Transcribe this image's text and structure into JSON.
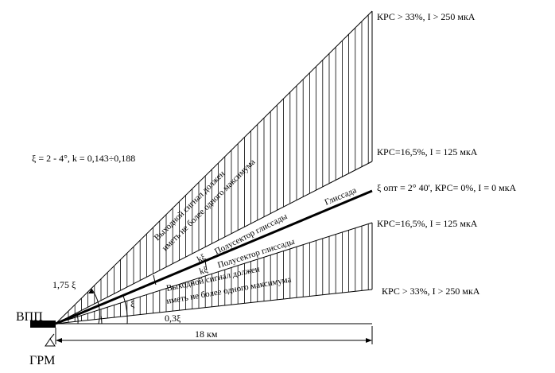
{
  "formula": {
    "xi_part": "ξ = 2 - 4°",
    "k_part": ", k = 0,143÷0,188"
  },
  "right_labels": {
    "top_outer": "КРС > 33%, I > 250 мкА",
    "top_inner": "КРС=16,5%, I = 125 мкА",
    "glide_optimal": "ξ опт = 2° 40', КРС= 0%, I = 0 мкА",
    "bottom_inner": "КРС=16,5%, I = 125 мкА",
    "bottom_outer": "КРС > 33%, I > 250 мкА"
  },
  "sector_labels": {
    "upper_note_line1": "Выходной сигнал должен",
    "upper_note_line2": "иметь не более одного максимума",
    "upper_subsector_k": "kξ",
    "upper_subsector": "Полусектор глиссады",
    "glide_path": "Глиссада",
    "lower_subsector_k": "kξ",
    "lower_subsector": "Полусектор глиссады",
    "lower_note_line1": "Выходной сигнал должен",
    "lower_note_line2": "иметь не более одного максимума"
  },
  "angle_labels": {
    "a_175": "1,75 ξ",
    "a_xi": "ξ",
    "a_03": "0,3ξ"
  },
  "distance": "18 км",
  "runway": "ВПП",
  "grm": "ГРМ"
}
